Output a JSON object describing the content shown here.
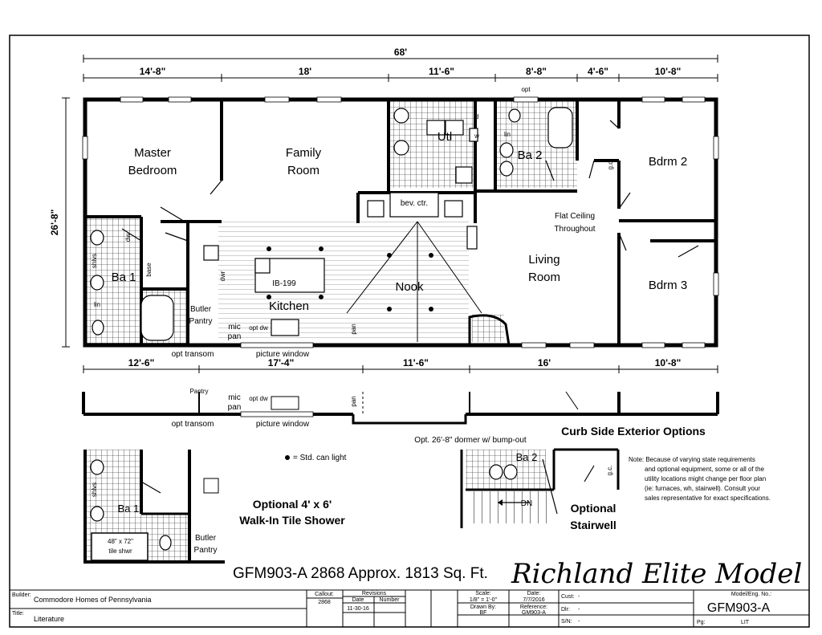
{
  "dimensions": {
    "overall": "68'",
    "top": [
      "14'-8\"",
      "18'",
      "11'-6\"",
      "8'-8\"",
      "4'-6\"",
      "10'-8\""
    ],
    "left": "26'-8\"",
    "bottom": [
      "12'-6\"",
      "17'-4\"",
      "11'-6\"",
      "16'",
      "10'-8\""
    ]
  },
  "rooms": {
    "master_bedroom": [
      "Master",
      "Bedroom"
    ],
    "family_room": [
      "Family",
      "Room"
    ],
    "utility": "Utl",
    "bath2": "Ba 2",
    "bedroom2": "Bdrm 2",
    "bedroom3": "Bdrm 3",
    "living_room": [
      "Living",
      "Room"
    ],
    "nook": "Nook",
    "kitchen": "Kitchen",
    "bath1": "Ba 1",
    "butler_pantry": [
      "Butler",
      "Pantry"
    ],
    "flat_ceiling": [
      "Flat Ceiling",
      "Throughout"
    ]
  },
  "fixtures": {
    "opt_top": "opt",
    "bev_ctr": "bev. ctr.",
    "island": "IB-199",
    "shlvs": "shlvs",
    "base": "base",
    "lin": "lin",
    "lin2": "lin",
    "dw": "dw",
    "dwr": "dwr",
    "mic_pan": [
      "mic",
      "pan"
    ],
    "opt_dw": "opt dw",
    "pan": "pan",
    "d": "d",
    "w": "w",
    "gc": "g.c.",
    "opt_transom": "opt transom",
    "picture_window": "picture window"
  },
  "exterior": {
    "title": "Curb Side Exterior Options",
    "dormer_note": "Opt. 26'-8\" dormer w/ bump-out",
    "opt_transom": "opt transom",
    "picture_window": "picture window",
    "mic_pan": [
      "mic",
      "pan"
    ],
    "opt_dw": "opt dw",
    "pan": "pan",
    "pantry_partial": "Pantry"
  },
  "legend": "= Std. can light",
  "shower_option": {
    "title": [
      "Optional 4' x 6'",
      "Walk-In Tile Shower"
    ],
    "shower": [
      "48\" x 72\"",
      "tile shwr"
    ],
    "bath": "Ba 1",
    "butler_pantry": [
      "Butler",
      "Pantry"
    ],
    "shlvs": "shlvs"
  },
  "stairwell_option": {
    "title": [
      "Optional",
      "Stairwell"
    ],
    "bath": "Ba 2",
    "dn": "DN",
    "gc": "g.c."
  },
  "note": [
    "Note:  Because of varying state requirements",
    "and optional equipment, some or all of the",
    "utility locations might change per floor plan",
    "(ie: furnaces, wh, stairwell).  Consult your",
    "sales representative for exact specifications."
  ],
  "model_line": "GFM903-A 2868  Approx. 1813 Sq. Ft.",
  "model_name": "Richland Elite Model",
  "title_block": {
    "builder_label": "Builder:",
    "builder": "Commodore Homes of Pennsylvania",
    "title_label": "Title:",
    "title": "Literature",
    "callout_label": "Callout:",
    "callout": "2868",
    "revisions_label": "Revisions",
    "date_label": "Date",
    "number_label": "Number",
    "revision_date": "11-30-16",
    "scale_label": "Scale:",
    "scale": "1/8\" = 1'-0\"",
    "drawn_label": "Drawn By:",
    "drawn": "BF",
    "date2_label": "Date:",
    "date2": "7/7/2016",
    "reference_label": "Reference:",
    "reference": "GM903-A",
    "cust_label": "Cust:",
    "cust": "-",
    "dlr_label": "Dlr:",
    "dlr": "-",
    "sn_label": "S/N:",
    "sn": "-",
    "model_label": "Model/Eng. No.:",
    "model": "GFM903-A",
    "pg_label": "Pg:",
    "pg": "LIT"
  }
}
